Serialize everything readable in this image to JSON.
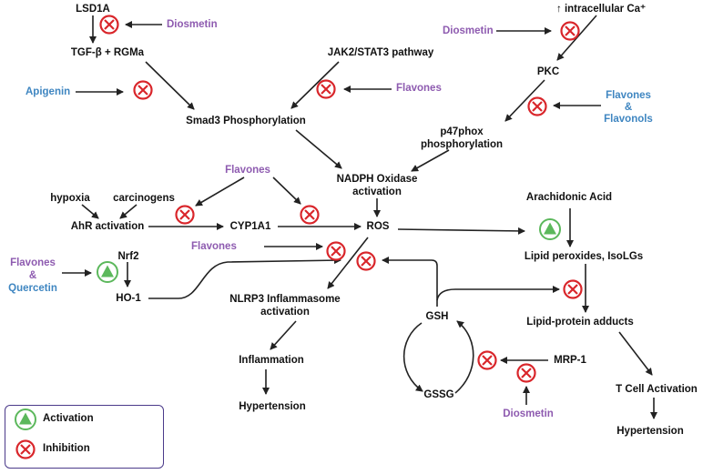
{
  "nodes": {
    "lsd1a": "LSD1A",
    "tgf": "TGF-β + RGMa",
    "jak2": "JAK2/STAT3 pathway",
    "smad3": "Smad3 Phosphorylation",
    "intracellular_ca": "↑ intracellular Ca⁺",
    "pkc": "PKC",
    "p47phox_1": "p47phox",
    "p47phox_2": "phosphorylation",
    "nadph_1": "NADPH Oxidase",
    "nadph_2": "activation",
    "hypoxia": "hypoxia",
    "carcinogens": "carcinogens",
    "ahr": "AhR activation",
    "cyp1a1": "CYP1A1",
    "ros": "ROS",
    "arachidonic": "Arachidonic Acid",
    "lipid_perox": "Lipid peroxides, IsoLGs",
    "lipid_protein": "Lipid-protein adducts",
    "tcell": "T Cell Activation",
    "hypertension_right": "Hypertension",
    "nrf2": "Nrf2",
    "ho1": "HO-1",
    "nlrp3_1": "NLRP3 Inflammasome",
    "nlrp3_2": "activation",
    "inflammation": "Inflammation",
    "hypertension_left": "Hypertension",
    "gsh": "GSH",
    "gssg": "GSSG",
    "mrp1": "MRP-1"
  },
  "compounds": {
    "diosmetin_top": "Diosmetin",
    "apigenin": "Apigenin",
    "flavones_jak": "Flavones",
    "diosmetin_ca": "Diosmetin",
    "flavones_pkc_1": "Flavones",
    "flavones_pkc_2": "&",
    "flavones_pkc_3": "Flavonols",
    "flavones_cyp": "Flavones",
    "flavones_ros": "Flavones",
    "flav_q_1": "Flavones",
    "flav_q_2": "&",
    "flav_q_3": "Quercetin",
    "diosmetin_bottom": "Diosmetin"
  },
  "legend": {
    "activation": "Activation",
    "inhibition": "Inhibition"
  },
  "colors": {
    "inhibition_red": "#d9262b",
    "activation_green": "#5cb85c",
    "purple": "#8e5bb0",
    "blue": "#3f86c1",
    "legend_border": "#4b3a8a"
  },
  "icons": {
    "inhibition": "inhibition-icon",
    "activation": "activation-icon"
  }
}
